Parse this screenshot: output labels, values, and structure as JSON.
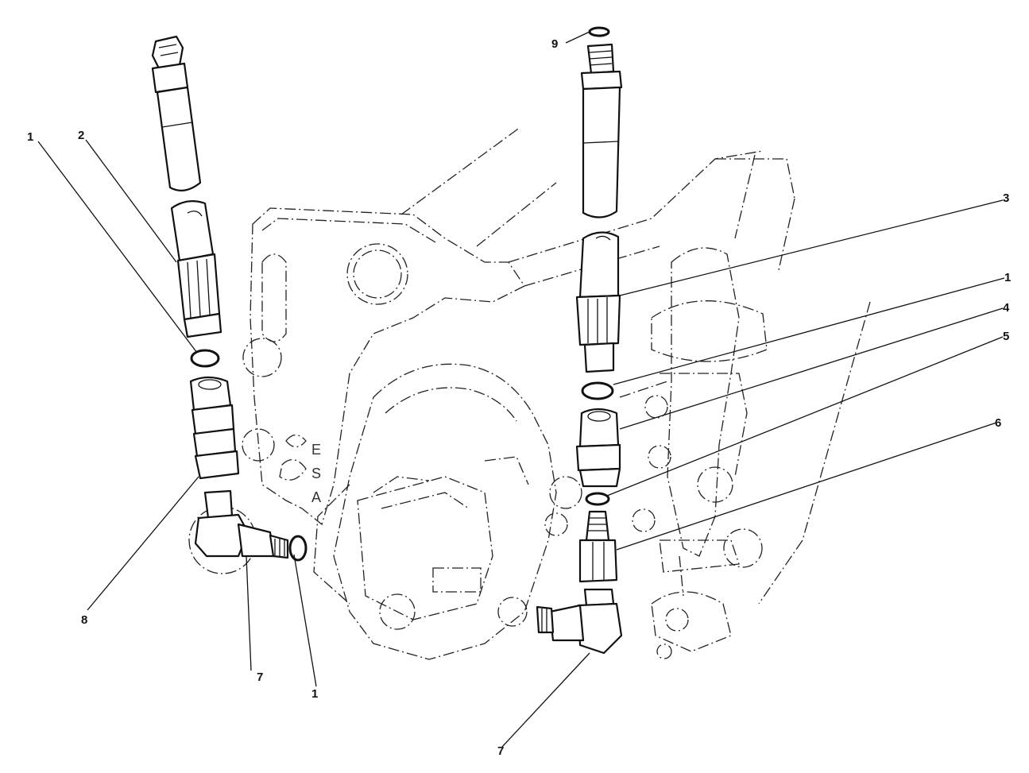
{
  "callouts": [
    {
      "id": "c1a",
      "label": "1"
    },
    {
      "id": "c2",
      "label": "2"
    },
    {
      "id": "c8",
      "label": "8"
    },
    {
      "id": "c7a",
      "label": "7"
    },
    {
      "id": "c1b",
      "label": "1"
    },
    {
      "id": "c9",
      "label": "9"
    },
    {
      "id": "c3",
      "label": "3"
    },
    {
      "id": "c1c",
      "label": "1"
    },
    {
      "id": "c4",
      "label": "4"
    },
    {
      "id": "c5",
      "label": "5"
    },
    {
      "id": "c6",
      "label": "6"
    },
    {
      "id": "c7b",
      "label": "7"
    }
  ],
  "casting_marks": [
    "E",
    "S",
    "A"
  ]
}
